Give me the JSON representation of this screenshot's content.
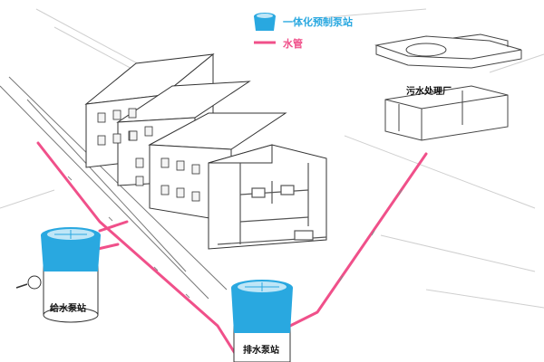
{
  "legend": {
    "pump_station": "一体化预制泵站",
    "water_pipe": "水管"
  },
  "labels": {
    "supply_pump_station": "给水泵站",
    "drainage_pump_station": "排水泵站",
    "sewage_plant": "污水处理厂"
  },
  "colors": {
    "pump_blue": "#29a8e0",
    "pipe_pink": "#f0508a",
    "sketch_line": "#555555"
  }
}
